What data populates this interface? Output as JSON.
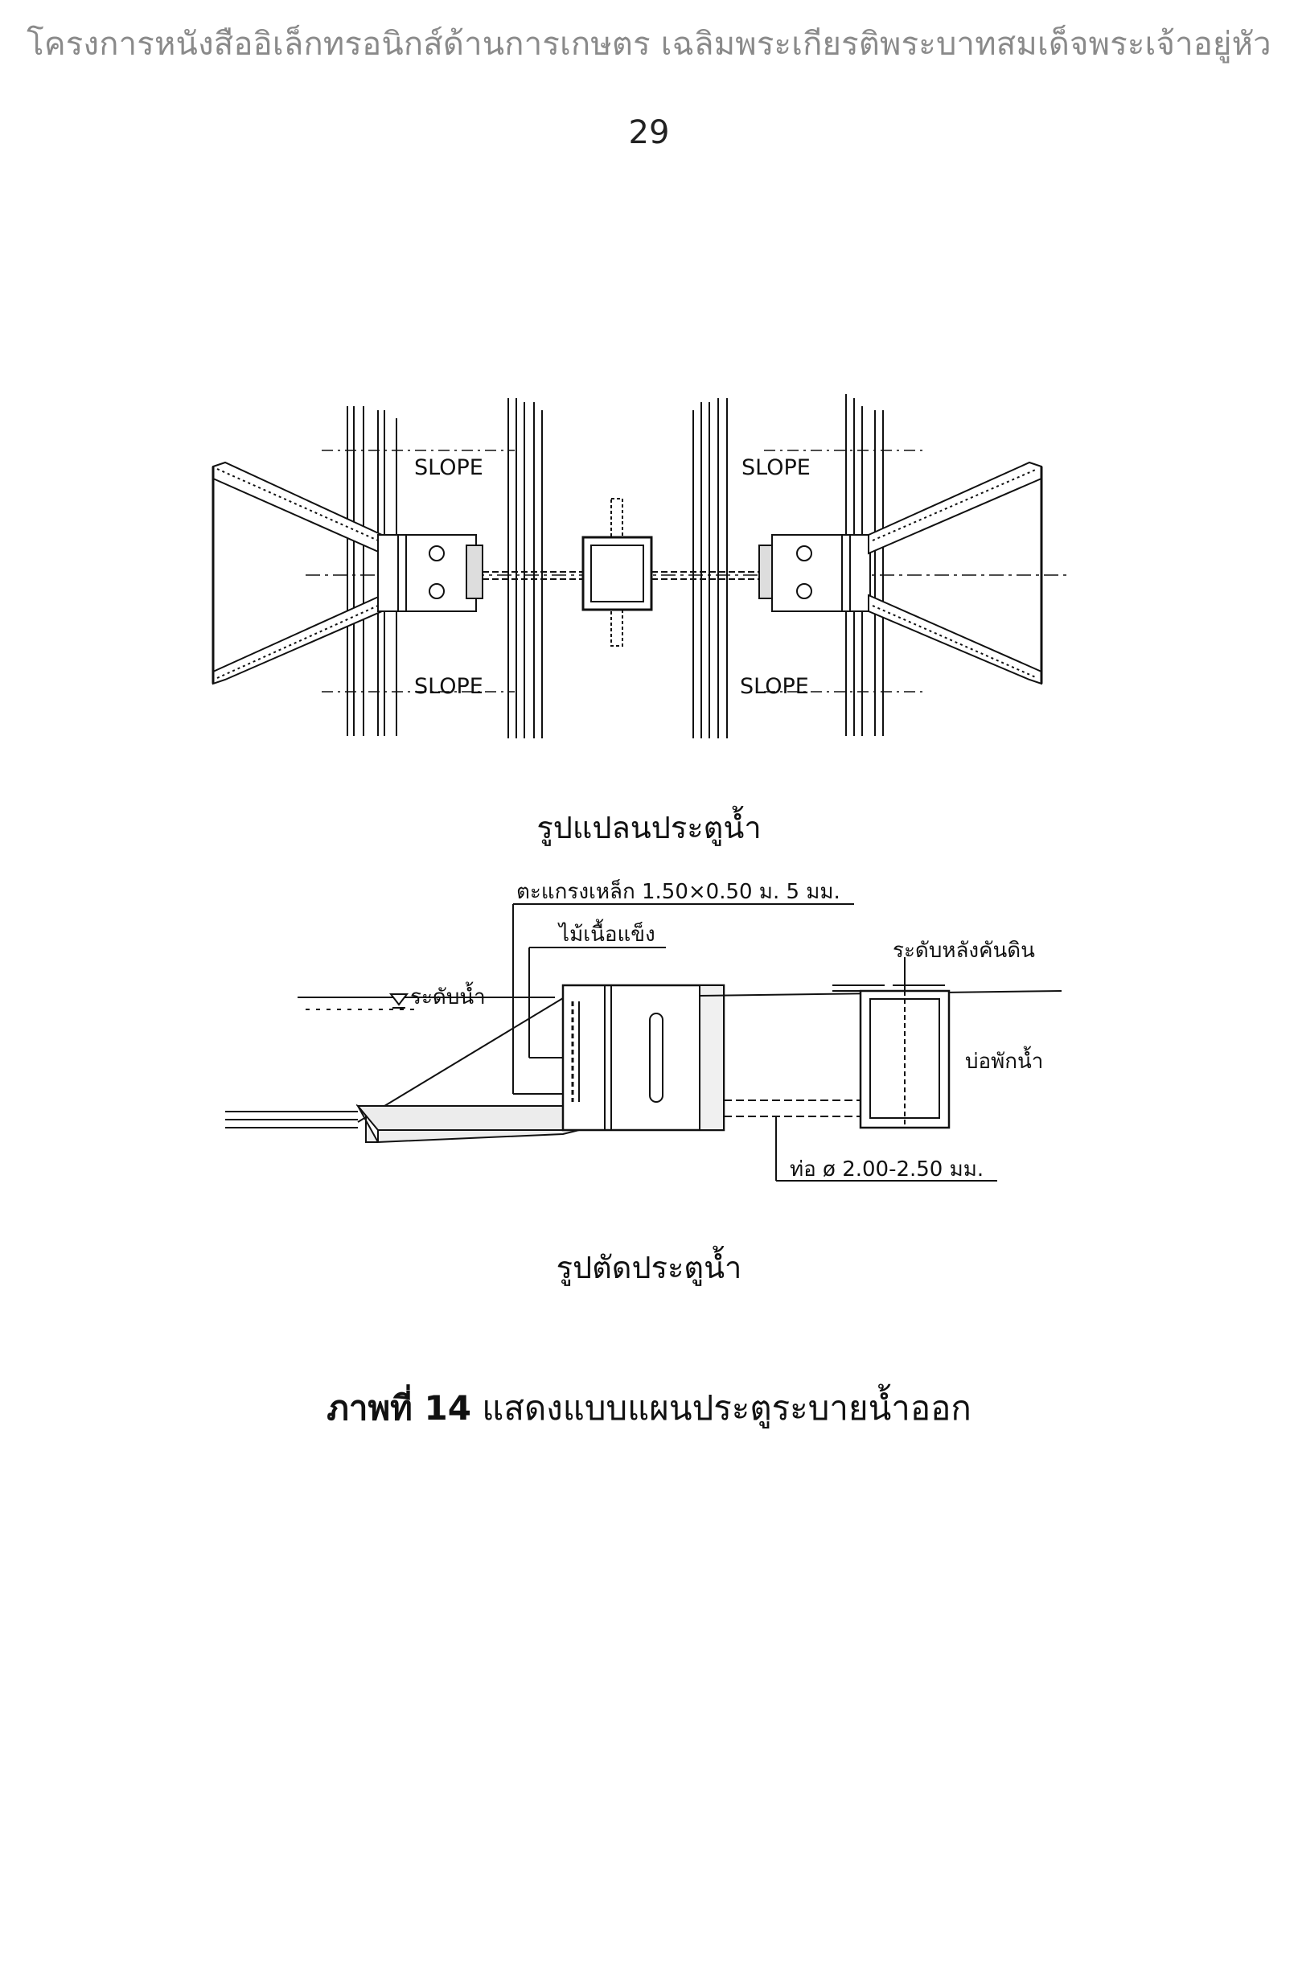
{
  "header": {
    "text": "โครงการหนังสืออิเล็กทรอนิกส์ด้านการเกษตร เฉลิมพระเกียรติพระบาทสมเด็จพระเจ้าอยู่หัว"
  },
  "page_number": "29",
  "plan": {
    "slope_label": "SLOPE",
    "caption": "รูปแปลนประตูน้ำ"
  },
  "section": {
    "label_grate": "ตะแกรงเหล็ก 1.50×0.50 ม. 5 มม.",
    "label_hardwood": "ไม้เนื้อแข็ง",
    "label_water_level": "ระดับน้ำ",
    "label_embankment_level": "ระดับหลังคันดิน",
    "label_basin": "บ่อพักน้ำ",
    "label_pipe": "ท่อ ø 2.00-2.50 มม.",
    "caption": "รูปตัดประตูน้ำ"
  },
  "figure": {
    "label": "ภาพที่ 14",
    "text": "แสดงแบบแผนประตูระบายน้ำออก"
  }
}
